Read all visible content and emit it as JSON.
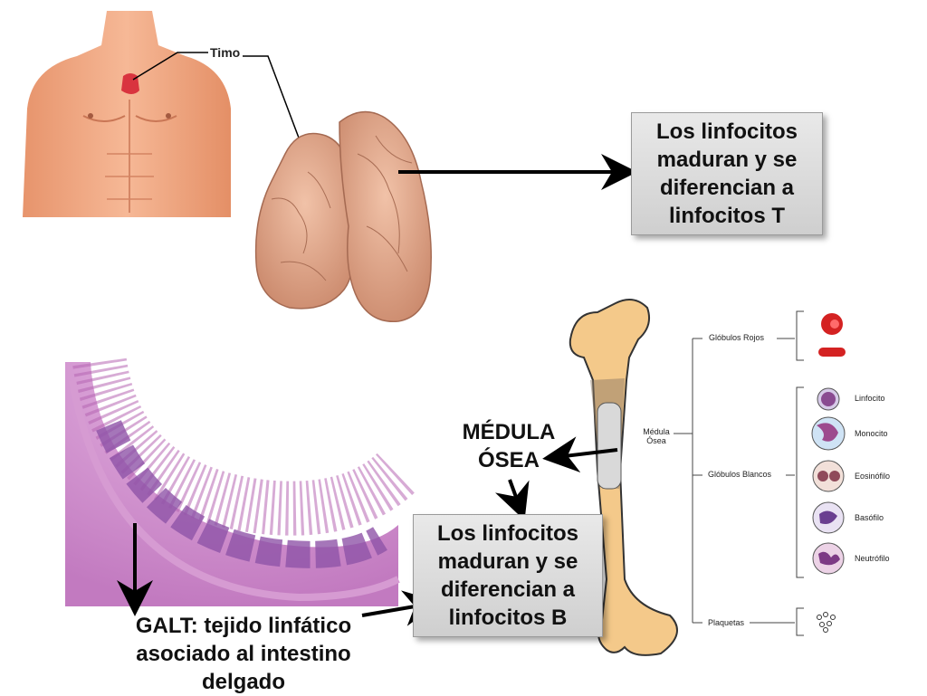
{
  "thymus": {
    "callout_label": "Timo",
    "info_box": [
      "Los linfocitos",
      "maduran y se",
      "diferencian a",
      "linfocitos T"
    ]
  },
  "bone": {
    "marrow_label": [
      "MÉDULA",
      "ÓSEA"
    ],
    "info_box": [
      "Los linfocitos",
      "maduran y se",
      "diferencian a",
      "linfocitos B"
    ],
    "chart": {
      "medula_label": [
        "Médula",
        "Ósea"
      ],
      "rojos": "Glóbulos Rojos",
      "blancos": "Glóbulos Blancos",
      "plaquetas": "Plaquetas",
      "white_cells": [
        "Linfocito",
        "Monocito",
        "Eosinófilo",
        "Basófilo",
        "Neutrófilo"
      ]
    }
  },
  "galt": {
    "caption": [
      "GALT: tejido linfático",
      "asociado al intestino",
      "delgado"
    ]
  },
  "colors": {
    "skin": "#eea57f",
    "thymus": "#d9a083",
    "bone": "#f4c98a",
    "histology": "#c67fc2",
    "box": "#dadada"
  }
}
